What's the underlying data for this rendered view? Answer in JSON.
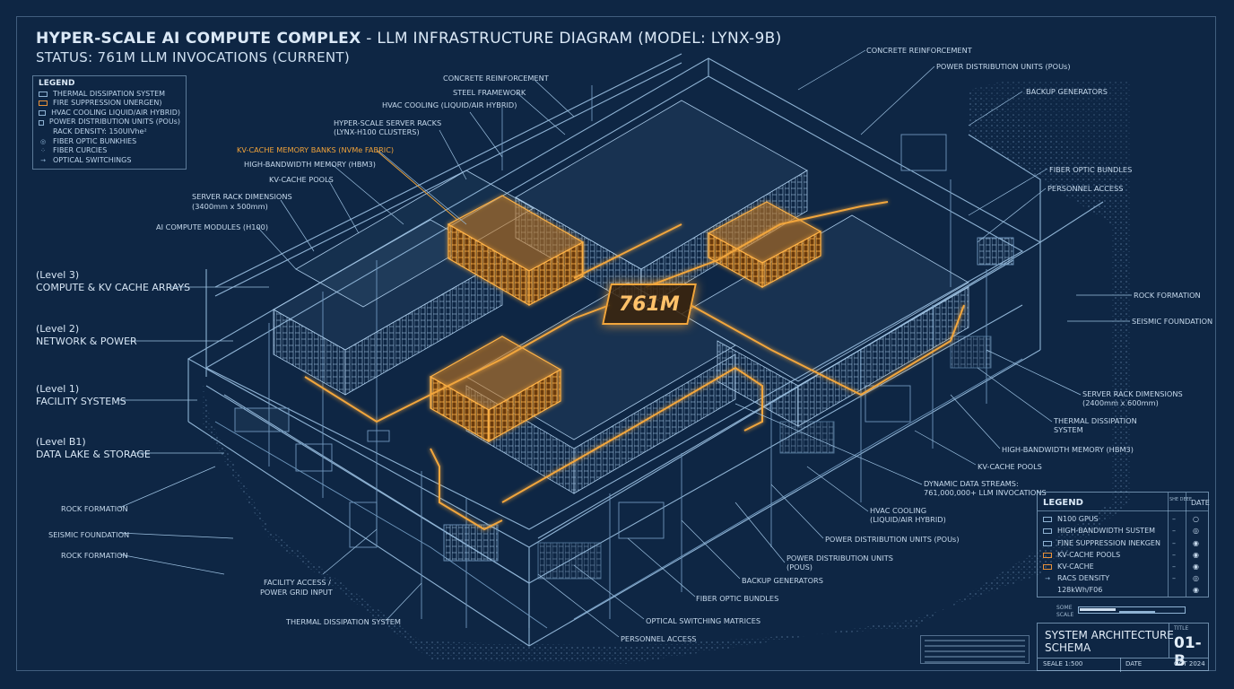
{
  "header": {
    "title_bold": "HYPER-SCALE AI COMPUTE COMPLEX",
    "title_rest": " - LLM INFRASTRUCTURE DIAGRAM (MODEL: LYNX-9B)",
    "status": "STATUS: 761M LLM INVOCATIONS (CURRENT)"
  },
  "legend": {
    "heading": "LEGEND",
    "items": [
      {
        "mark": "box",
        "text": "THERMAL DISSIPATION SYSTEM"
      },
      {
        "mark": "box-orange",
        "text": "FIRE SUPPRESSION UNERGEN)"
      },
      {
        "mark": "box",
        "text": "HVAC COOLING LIQUID/AIR HYBRID)"
      },
      {
        "mark": "box",
        "text": "POWER DISTRIBUTION UNITS (POUs)"
      },
      {
        "mark": "none",
        "text": "RACK DENSITY: 150UIVhe²"
      },
      {
        "mark": "dot",
        "text": "FIBER OPTIC BUNKHIES"
      },
      {
        "mark": "plus",
        "text": "FIBER CURCIES"
      },
      {
        "mark": "arrow",
        "text": "OPTICAL SWITCHINGS"
      }
    ]
  },
  "center_badge": "761M",
  "levels": [
    {
      "level": "(Level 3)",
      "name": "COMPUTE & KV CACHE ARRAYS"
    },
    {
      "level": "(Level 2)",
      "name": "NETWORK & POWER"
    },
    {
      "level": "(Level 1)",
      "name": "FACILITY SYSTEMS"
    },
    {
      "level": "(Level B1)",
      "name": "DATA LAKE & STORAGE"
    }
  ],
  "callouts_top": [
    "CONCRETE REINFORCEMENT",
    "STEEL FRAMEWORK",
    "HVAC COOLING (LIQUID/AIR HYBRID)",
    "HYPER-SCALE SERVER RACKS",
    "(LYNX-H100 CLUSTERS)",
    "KV-CACHE MEMORY BANKS (NVMe FABRIC)",
    "HIGH-BANDWIDTH MEMORY (HBM3)",
    "KV-CACHE POOLS",
    "SERVER RACK DIMENSIONS",
    "(3400mm x 500mm)",
    "AI COMPUTE MODULES (H100)"
  ],
  "callouts_right": [
    "CONCRETE REINFORCEMENT",
    "POWER DISTRIBUTION UNITS (POUs)",
    "BACKUP GENERATORS",
    "FIBER OPTIC BUNDLES",
    "PERSONNEL ACCESS",
    "ROCK FORMATION",
    "SEISMIC FOUNDATION",
    "SERVER RACK DIMENSIONS",
    "(2400mm x 600mm)",
    "THERMAL DISSIPATION",
    "SYSTEM",
    "HIGH-BANDWIDTH MEMORY (HBM3)",
    "KV-CACHE POOLS",
    "DYNAMIC DATA STREAMS:",
    "761,000,000+ LLM INVOCATIONS"
  ],
  "callouts_bottom": [
    "ROCK FORMATION",
    "SEISMIC FOUNDATION",
    "ROCK FORMATION",
    "FACILITY ACCESS /",
    "POWER GRID INPUT",
    "THERMAL DISSIPATION SYSTEM",
    "PERSONNEL ACCESS",
    "OPTICAL SWITCHING MATRICES",
    "FIBER OPTIC BUNDLES",
    "BACKUP GENERATORS",
    "POWER DISTRIBUTION UNITS",
    "(POUS)",
    "POWER DISTRIBUTION UNITS (POUs)",
    "HVAC COOLING",
    "(LIQUID/AIR HYBRID)"
  ],
  "title_block": {
    "legend_heading": "LEGEND",
    "col1_heading": "SHE DEEE",
    "col2_heading": "DATE",
    "rows": [
      {
        "text": "N100 GPUS",
        "dash": "–",
        "mark": "○",
        "swatch": "#8fb3d4"
      },
      {
        "text": "HIGH-BANDWIDTH SUSTEM",
        "dash": "–",
        "mark": "◎",
        "swatch": "#8fb3d4"
      },
      {
        "text": "FINE SUPPRESSION INEKGEN",
        "dash": "–",
        "mark": "◉",
        "swatch": "#8fb3d4"
      },
      {
        "text": "KV-CACHE POOLS",
        "dash": "–",
        "mark": "◉",
        "swatch": "#e8913a"
      },
      {
        "text": "KV-CACHE",
        "dash": "–",
        "mark": "◉",
        "swatch": "#e8913a"
      },
      {
        "text": "RACS DENSITY",
        "dash": "–",
        "mark": "◎",
        "swatch": "arrow"
      },
      {
        "text": "128kWh/F06",
        "dash": "",
        "mark": "◉",
        "swatch": "none"
      }
    ],
    "scale_label": "SOME\nSCALE",
    "schema_title": "SYSTEM ARCHITECTURE\nSCHEMA",
    "title_label": "TITLE",
    "sheet": "01-B",
    "scale": "SEALE 1:500",
    "date_label": "DATE",
    "date": "OCT 2024"
  },
  "colors": {
    "background": "#0e2644",
    "line": "#8fb3d4",
    "accent": "#f2a63c"
  }
}
